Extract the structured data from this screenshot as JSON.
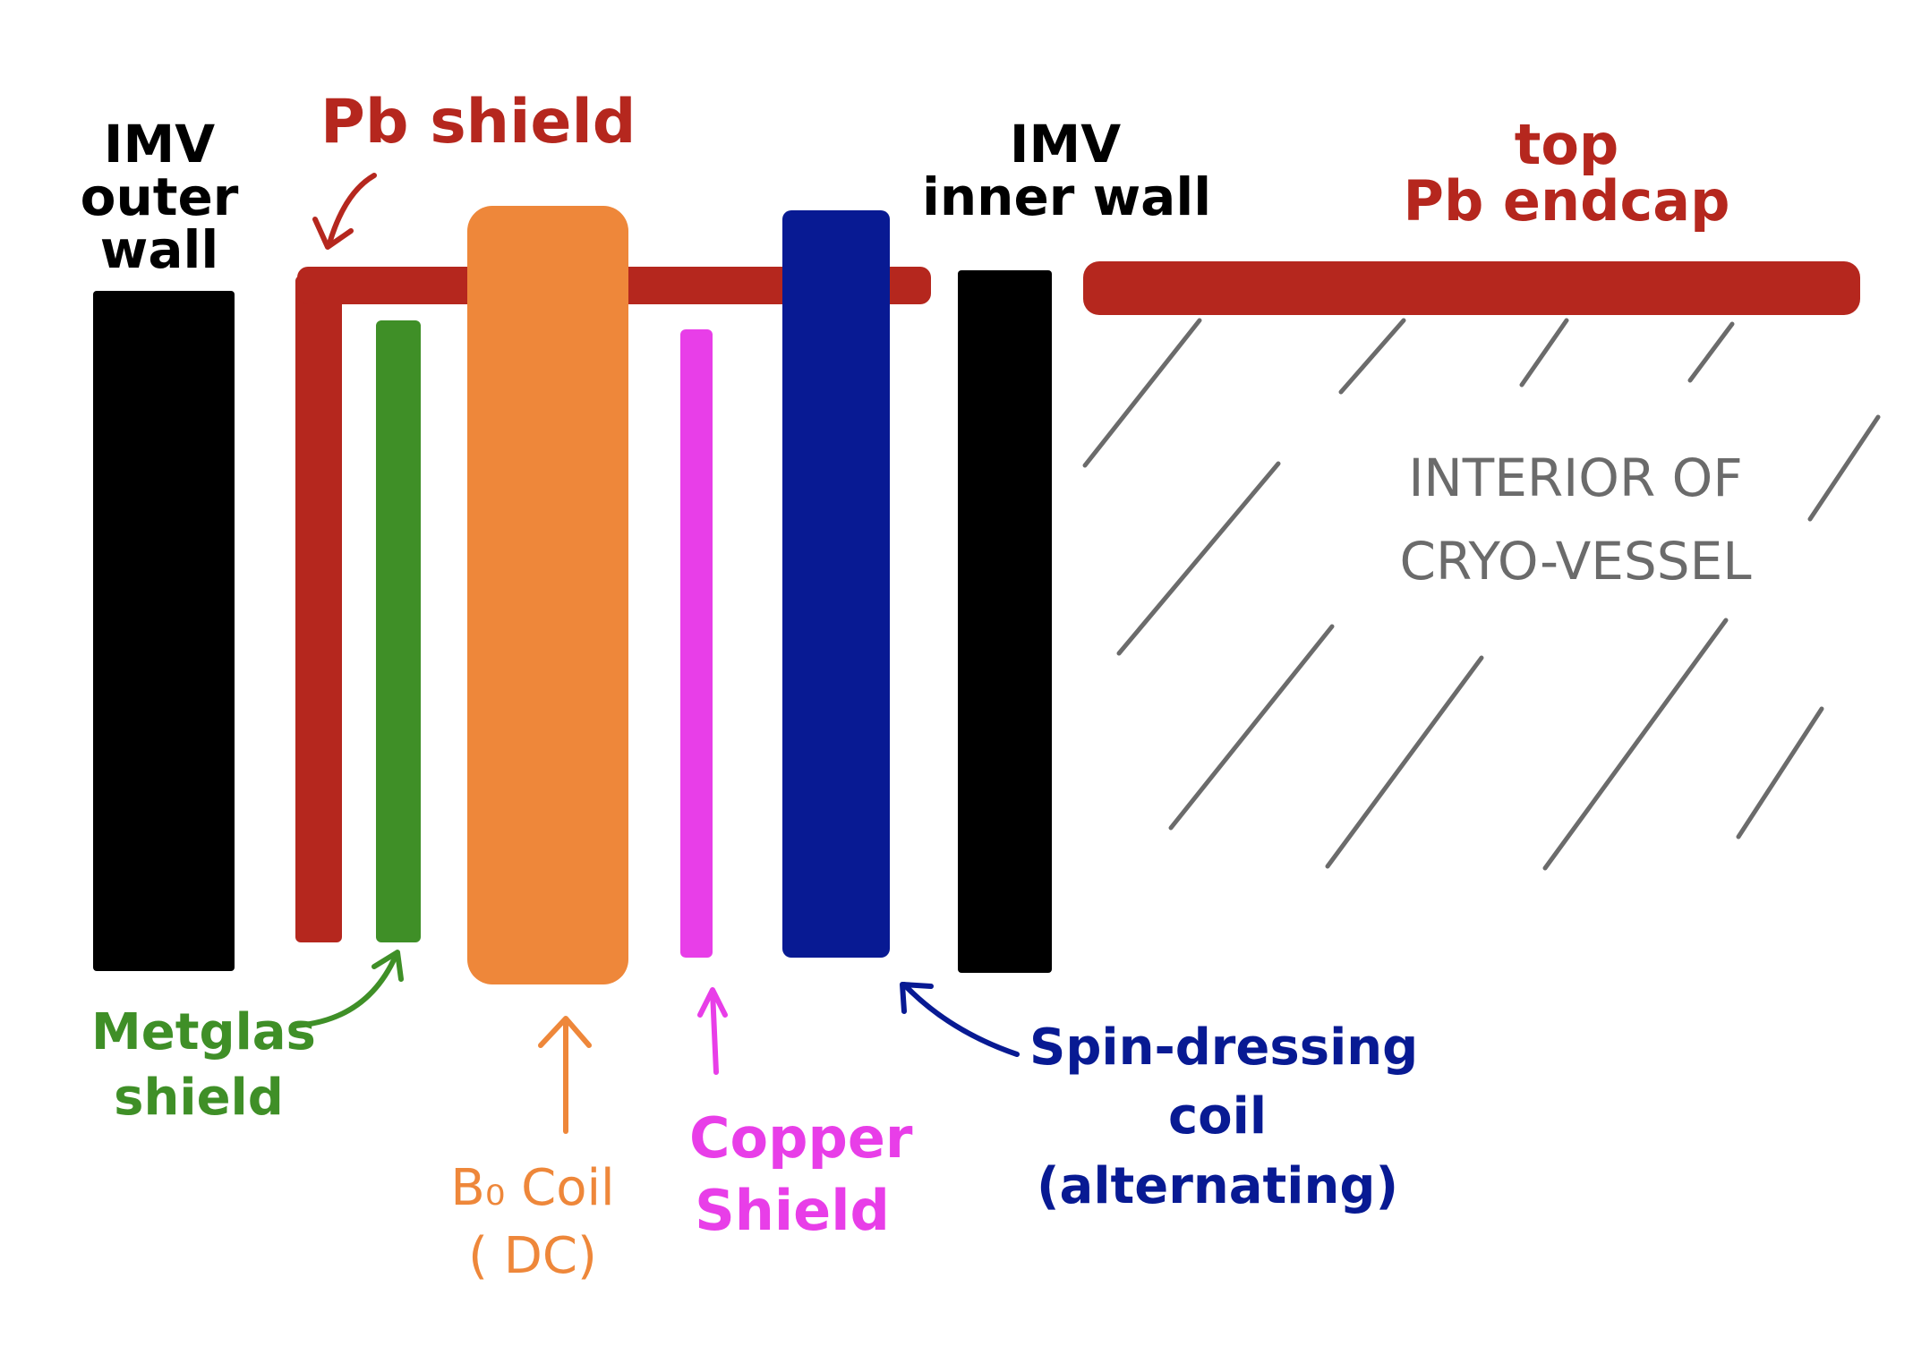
{
  "colors": {
    "black": "#000000",
    "red": "#b5271e",
    "green": "#3f8f27",
    "orange": "#ee873a",
    "magenta": "#e83ee8",
    "blue": "#081a93",
    "gray": "#6b6b6b"
  },
  "labels": {
    "imv_outer_wall": [
      "IMV",
      "outer",
      "wall"
    ],
    "pb_shield": "Pb shield",
    "imv_inner_wall": [
      "IMV",
      "inner wall"
    ],
    "top_pb_endcap": [
      "top",
      "Pb endcap"
    ],
    "interior": [
      "INTERIOR OF",
      "CRYO-VESSEL"
    ],
    "metglas_shield": [
      "Metglas",
      "shield"
    ],
    "b0_coil": [
      "B₀ Coil",
      "( DC)"
    ],
    "copper_shield": [
      "Copper",
      "Shield"
    ],
    "spin_dressing_coil": [
      "Spin-dressing",
      "coil",
      "(alternating)"
    ]
  }
}
